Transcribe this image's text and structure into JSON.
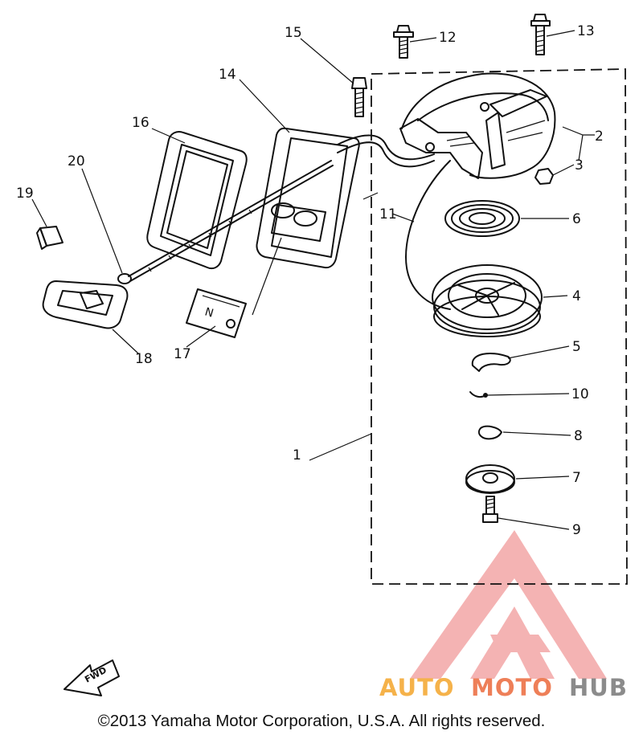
{
  "callouts": [
    "1",
    "2",
    "3",
    "4",
    "5",
    "6",
    "7",
    "8",
    "9",
    "10",
    "11",
    "12",
    "13",
    "14",
    "15",
    "16",
    "17",
    "18",
    "19",
    "20"
  ],
  "direction_label": "FWD",
  "watermark": {
    "word_auto": "AUTO",
    "word_moto": "MOTO",
    "word_hub": "HUB",
    "auto_color": "#f5b24a",
    "moto_color": "#ee7f58",
    "hub_color": "#8b8b8b",
    "triangle_color": "#f19a9a"
  },
  "copyright": "©2013 Yamaha Motor Corporation, U.S.A. All rights reserved."
}
